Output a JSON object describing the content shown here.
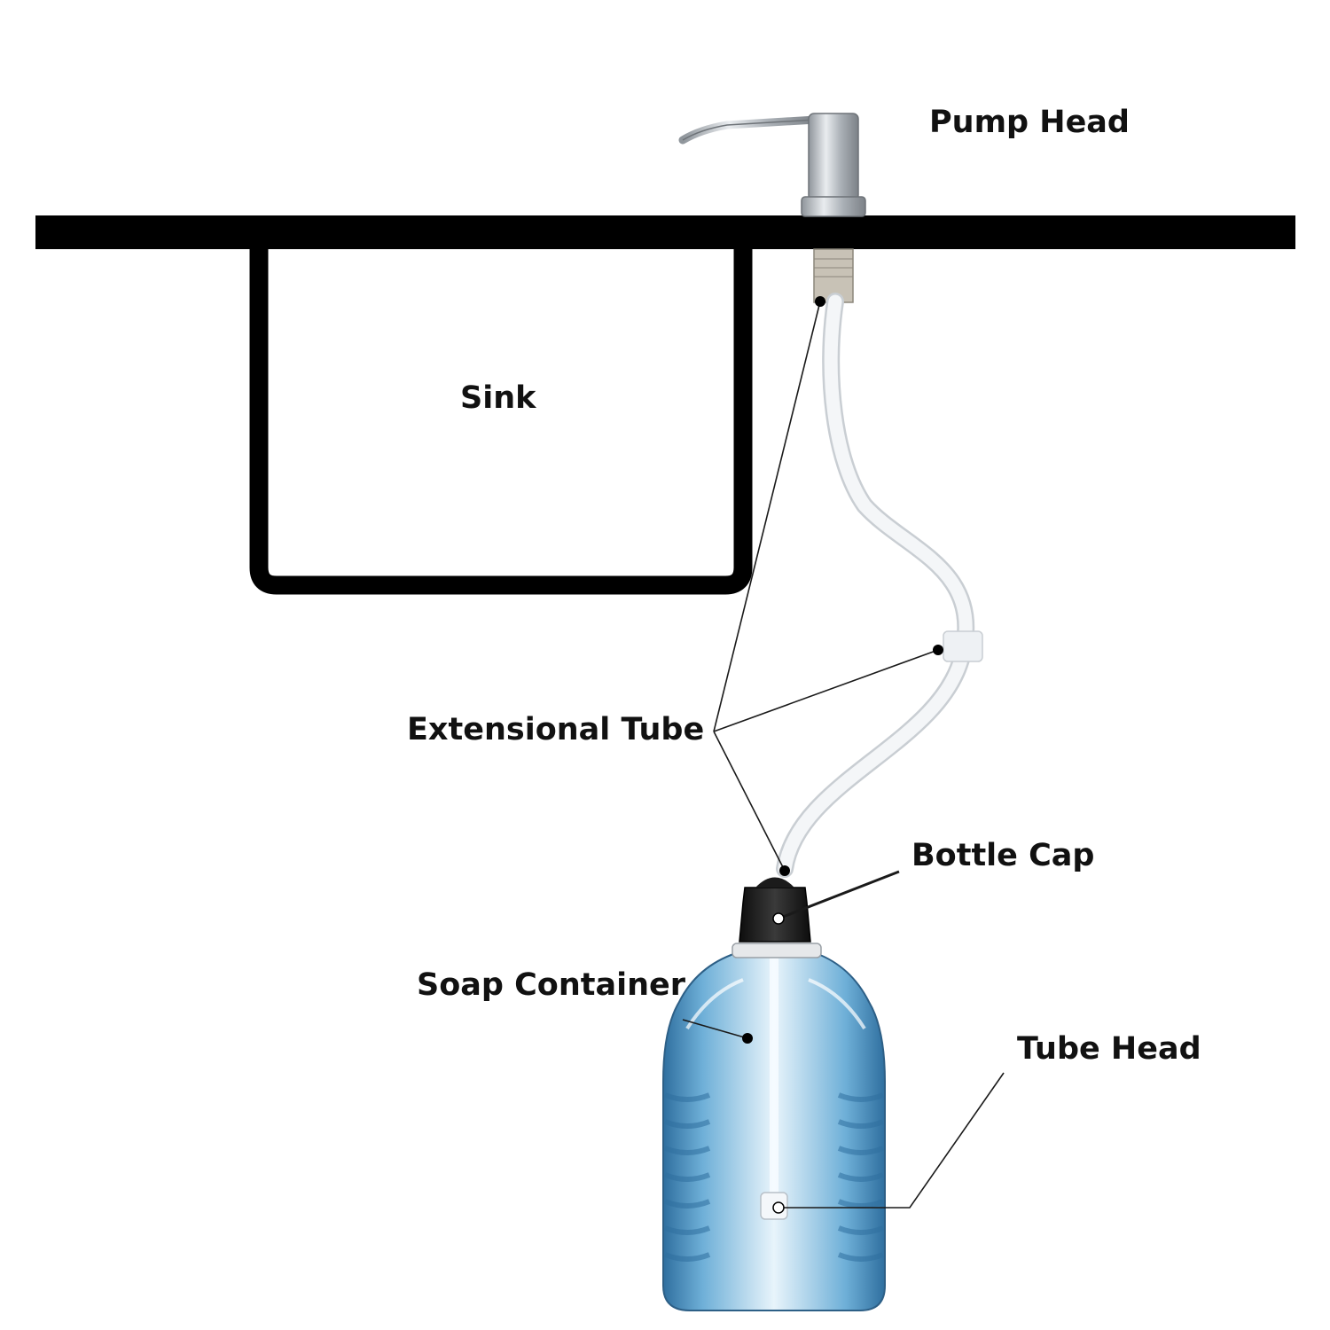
{
  "labels": {
    "pump_head": "Pump Head",
    "sink": "Sink",
    "extensional_tube": "Extensional Tube",
    "bottle_cap": "Bottle Cap",
    "soap_container": "Soap Container",
    "tube_head": "Tube Head"
  },
  "colors": {
    "counter": "#000000",
    "text": "#111111",
    "leader_line": "#1a1a1a",
    "tube": "#f4f6f8",
    "tube_outline": "#c9ced3",
    "steel": "#b9bec3",
    "cap": "#1b1b1b",
    "water_blue": "#3f86b8",
    "water_light": "#cfe6f4"
  }
}
